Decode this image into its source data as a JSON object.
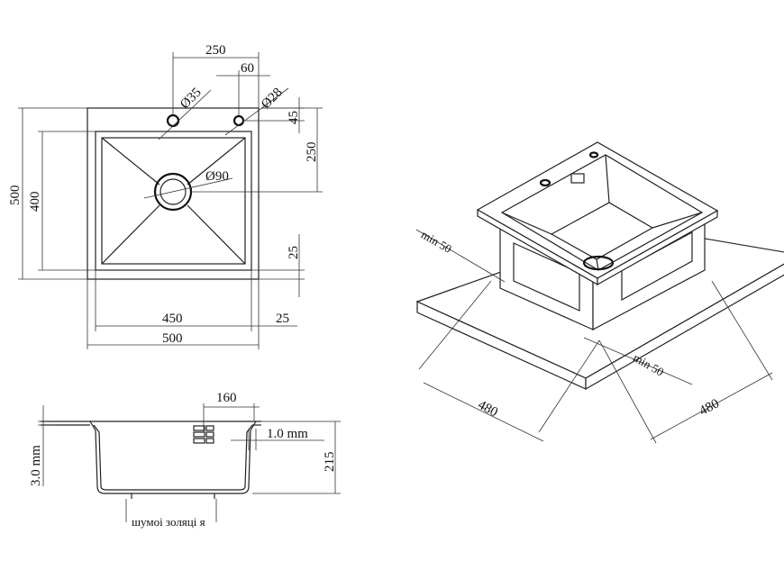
{
  "top_view": {
    "dim_250_top": "250",
    "dim_60": "60",
    "dim_d35": "Ø35",
    "dim_d28": "Ø28",
    "dim_45": "45",
    "dim_250_right": "250",
    "dim_d90": "Ø90",
    "dim_500_left": "500",
    "dim_400": "400",
    "dim_25_right": "25",
    "dim_450": "450",
    "dim_25_bottom": "25",
    "dim_500_bottom": "500"
  },
  "side_view": {
    "dim_160": "160",
    "dim_1mm": "1.0 mm",
    "dim_3mm": "3.0 mm",
    "dim_215": "215",
    "note_insulation": "шумоі золяці я"
  },
  "iso_view": {
    "min50_left": "min 50",
    "min50_right": "min 50",
    "dim_480_left": "480",
    "dim_480_right": "480"
  }
}
